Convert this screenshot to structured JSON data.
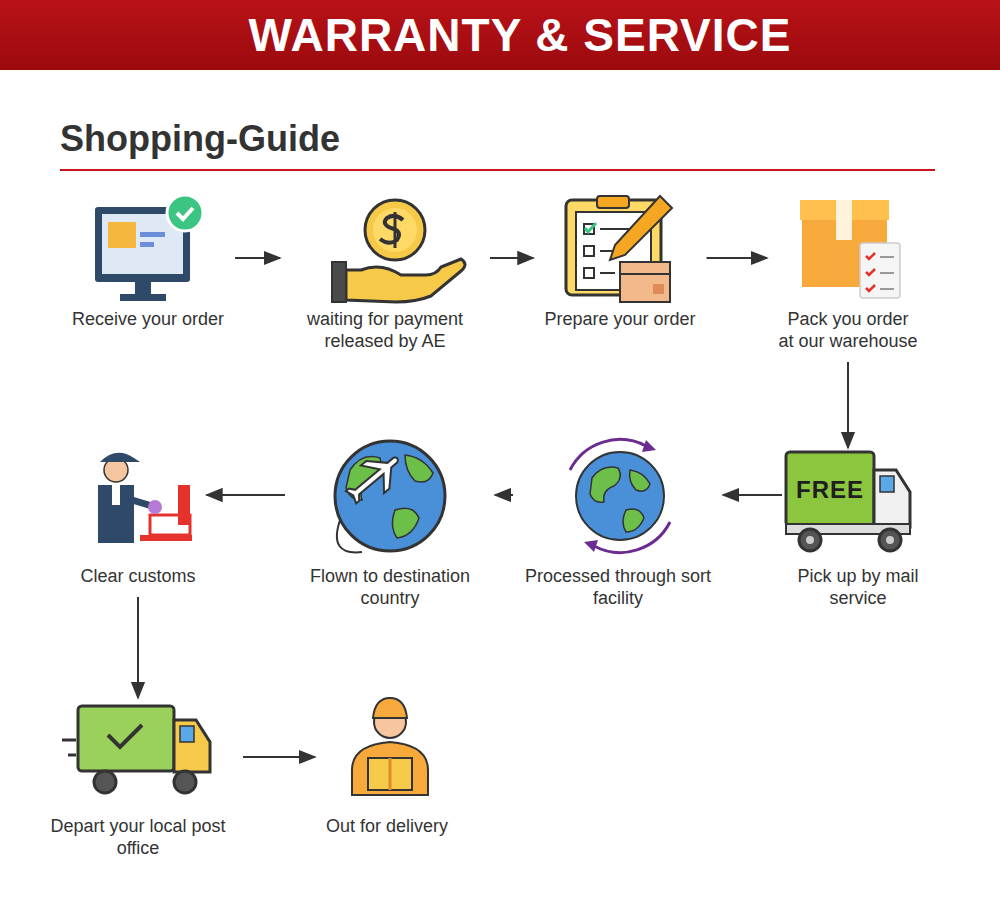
{
  "diagram": {
    "title": "WARRANTY & SERVICE",
    "nodes": [
      {
        "text": [
          "Receive your order"
        ]
      },
      {
        "text": [
          "waiting for payment released by AE"
        ]
      },
      {
        "text": [
          "Prepare your order"
        ]
      },
      {
        "text": [
          "Pack you order at our warehouse"
        ]
      },
      {
        "text": [
          "Pick up by mail service"
        ]
      },
      {
        "text": [
          "Processed through sort facility"
        ]
      },
      {
        "text": [
          "Flown to destination country"
        ]
      },
      {
        "text": [
          "Clear customs"
        ]
      },
      {
        "text": [
          "Depart your local post office"
        ]
      },
      {
        "text": [
          "Out for delivery"
        ]
      }
    ],
    "edges": [
      {
        "from": 0,
        "to": 1,
        "arrow": "to"
      },
      {
        "from": 1,
        "to": 2,
        "arrow": "to"
      },
      {
        "from": 2,
        "to": 3,
        "arrow": "to"
      },
      {
        "from": 3,
        "to": 4,
        "arrow": "to"
      },
      {
        "from": 4,
        "to": 5,
        "arrow": "to"
      },
      {
        "from": 5,
        "to": 6,
        "arrow": "to"
      },
      {
        "from": 6,
        "to": 7,
        "arrow": "to"
      },
      {
        "from": 7,
        "to": 8,
        "arrow": "to"
      },
      {
        "from": 8,
        "to": 9,
        "arrow": "to"
      }
    ],
    "labels": [
      "Shopping-Guide",
      "FREE"
    ]
  }
}
